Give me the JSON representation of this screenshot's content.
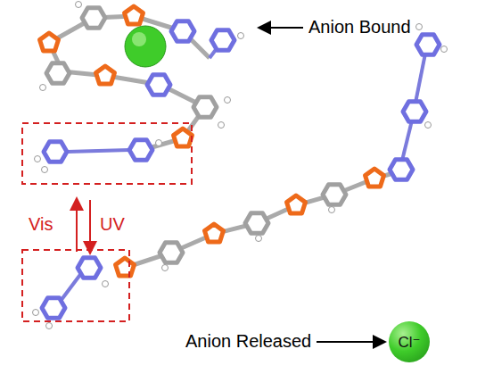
{
  "diagram": {
    "nodes": [
      {
        "text": [
          "Cl⁻"
        ]
      }
    ],
    "labels": [
      "Anion Bound",
      "Vis",
      "UV",
      "Anion Released"
    ]
  }
}
